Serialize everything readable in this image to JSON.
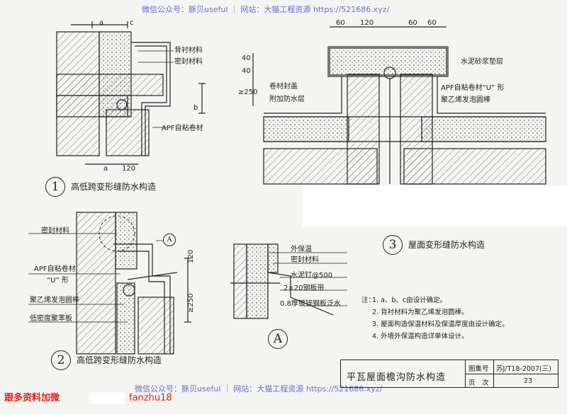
{
  "watermark": {
    "top": "微信公众号：豚贝useful ｜ 网站：大猫工程资源 https://521686.xyz/",
    "bottom": "微信公众号：豚贝useful ｜ 网站：大猫工程资源 https://521686.xyz/"
  },
  "contact": {
    "prefix": "跟多资料加微",
    "handle": "fanzhu18"
  },
  "detail1": {
    "number": "1",
    "caption": "高低跨变形缝防水构造",
    "labels": {
      "backing": "背衬材料",
      "sealant": "密封材料",
      "apf": "APF自粘卷材"
    },
    "dims": {
      "a_top": "a",
      "c_top": "c",
      "a_bottom": "a",
      "w120": "120",
      "b": "b"
    }
  },
  "detail2": {
    "number": "2",
    "caption": "高低跨变形缝防水构造",
    "labels": {
      "sealant": "密封材料",
      "apf_line1": "APF自粘卷材",
      "apf_line2": "“U” 形",
      "foam_rod": "聚乙烯发泡圆棒",
      "low_density": "低密度聚苯板"
    },
    "dims": {
      "d120": "120",
      "d250": "≥250"
    },
    "ref": "A"
  },
  "detail3": {
    "number": "3",
    "caption": "屋面变形缝防水构造",
    "labels": {
      "mortar": "水泥砂浆垫层",
      "seal_cover_1": "卷材封盖",
      "seal_cover_2": "附加防水层",
      "apf_u": "APF自粘卷材“U” 形",
      "foam_rod": "聚乙烯发泡圆棒"
    },
    "dims": {
      "d60a": "60",
      "d120": "120",
      "d60b": "60",
      "d40a": "40",
      "d40b": "40",
      "d250": "≥250"
    }
  },
  "detailA": {
    "ref": "A",
    "labels": {
      "insulation": "外保温",
      "sealant": "密封材料",
      "nail": "水泥钉@500",
      "strip": "2×20钢板带",
      "flashing": "0.8厚镀锌钢板泛水"
    }
  },
  "notes": {
    "intro": "注：",
    "items": [
      "1. a、b、c由设计确定。",
      "2. 背衬材料为聚乙烯发泡圆棒。",
      "3. 屋面构造保温材料及保温厚度由设计确定。",
      "4. 外墙外保温构造详单体设计。"
    ]
  },
  "title_block": {
    "title": "平瓦屋面檐沟防水构造",
    "atlas_label": "图集号",
    "atlas_no": "苏J/T18-2007(三)",
    "page_label": "页　次",
    "page_no": "23"
  }
}
